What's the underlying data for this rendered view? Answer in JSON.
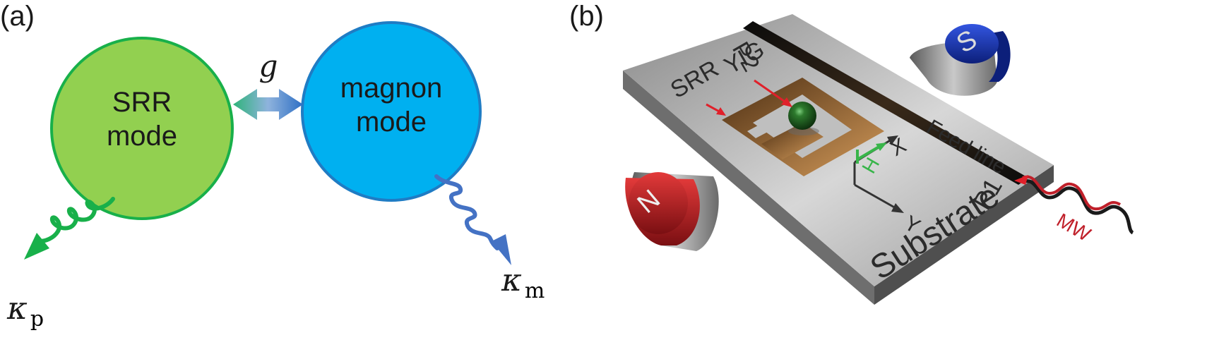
{
  "panel_a": {
    "label": "(a)",
    "left_mode": {
      "line1": "SRR",
      "line2": "mode",
      "color": "#92d050",
      "stroke": "#18b04a"
    },
    "right_mode": {
      "line1": "magnon",
      "line2": "mode",
      "color": "#00b0f0",
      "stroke": "#1f7cc4"
    },
    "coupling": "g",
    "left_decay": {
      "symbol": "κ",
      "subscript": "p",
      "color": "#18b04a"
    },
    "right_decay": {
      "symbol": "κ",
      "subscript": "m",
      "color": "#4472c4"
    }
  },
  "panel_b": {
    "label": "(b)",
    "labels": {
      "p2": "P2",
      "p1": "P1",
      "srr": "SRR",
      "yig": "YIG",
      "feed_line": "Feed line",
      "substrate": "Substrate",
      "x_axis": "X",
      "y_axis": "Y",
      "field": "H",
      "microwave": "MW",
      "magnet_south": "S",
      "magnet_north": "N"
    },
    "colors": {
      "substrate": "#b3b3b3",
      "srr": "#a0713f",
      "yig": "#1f5a1f",
      "magnet_north": "#c8202a",
      "magnet_south": "#1f3fb0",
      "field": "#38b54a",
      "microwave": "#c0202a"
    }
  }
}
